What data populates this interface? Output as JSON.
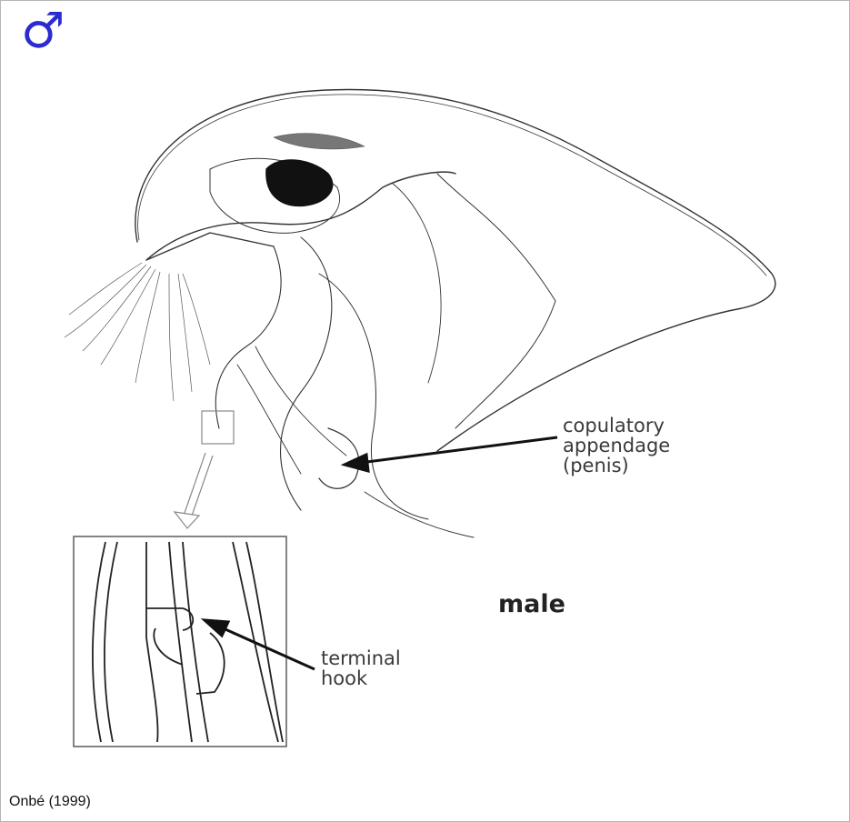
{
  "figure": {
    "sex_symbol": "♂",
    "labels": {
      "penis": "copulatory\nappendage\n(penis)",
      "hook": "terminal\nhook",
      "sex": "male"
    },
    "credit": "Onbé (1999)"
  }
}
